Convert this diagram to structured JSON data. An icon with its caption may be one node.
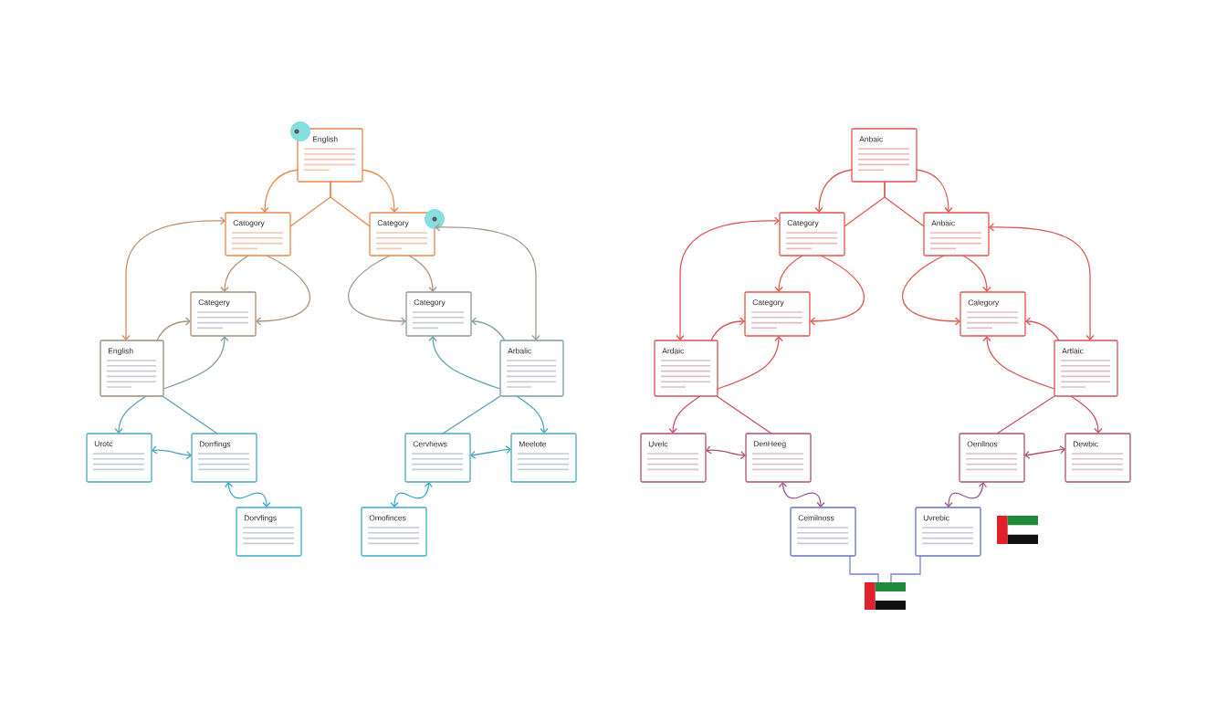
{
  "diagram": {
    "nodes": [
      {
        "text": [
          "English"
        ]
      },
      {
        "text": [
          "Catogory"
        ]
      },
      {
        "text": [
          "Category"
        ]
      },
      {
        "text": [
          "Categery"
        ]
      },
      {
        "text": [
          "Category"
        ]
      },
      {
        "text": [
          "English"
        ]
      },
      {
        "text": [
          "Arbalic"
        ]
      },
      {
        "text": [
          "Urotc"
        ]
      },
      {
        "text": [
          "Dorrfings"
        ]
      },
      {
        "text": [
          "Dorvfings"
        ]
      },
      {
        "text": [
          "Cervhews"
        ]
      },
      {
        "text": [
          "Meelote"
        ]
      },
      {
        "text": [
          "Omofinces"
        ]
      },
      {
        "text": [
          "Anbaic"
        ]
      },
      {
        "text": [
          "Category"
        ]
      },
      {
        "text": [
          "Anbaic"
        ]
      },
      {
        "text": [
          "Category"
        ]
      },
      {
        "text": [
          "Calegory"
        ]
      },
      {
        "text": [
          "Ardaic"
        ]
      },
      {
        "text": [
          "Artlaic"
        ]
      },
      {
        "text": [
          "Uvelc"
        ]
      },
      {
        "text": [
          "DenHeeg"
        ]
      },
      {
        "text": [
          "Oenllnos"
        ]
      },
      {
        "text": [
          "Dewbic"
        ]
      },
      {
        "text": [
          "Cemilnoss"
        ]
      },
      {
        "text": [
          "Uvrebic"
        ]
      },
      {
        "text": [],
        "shape": "picture"
      }
    ],
    "edges": [
      {
        "from": 0,
        "to": 1,
        "arrow": "to",
        "color": "#e8874a"
      },
      {
        "from": 0,
        "to": 2,
        "arrow": "to",
        "color": "#e8874a"
      },
      {
        "from": 0,
        "to": 1,
        "arrow": "none",
        "color": "#e8874a"
      },
      {
        "from": 0,
        "to": 2,
        "arrow": "none",
        "color": "#e8874a"
      },
      {
        "from": 1,
        "to": 5,
        "arrow": "both",
        "color": "#c98e68"
      },
      {
        "from": 2,
        "to": 6,
        "arrow": "both",
        "color": "#a09a8a"
      },
      {
        "from": 1,
        "to": 3,
        "arrow": "to",
        "color": "#c0906c"
      },
      {
        "from": 1,
        "to": 3,
        "arrow": "to",
        "color": "#b0927a"
      },
      {
        "from": 2,
        "to": 4,
        "arrow": "to",
        "color": "#a8968a"
      },
      {
        "from": 2,
        "to": 4,
        "arrow": "to",
        "color": "#b0927a"
      },
      {
        "from": 5,
        "to": 3,
        "arrow": "to",
        "color": "#a8967e"
      },
      {
        "from": 5,
        "to": 3,
        "arrow": "to",
        "color": "#7f9e9e"
      },
      {
        "from": 6,
        "to": 4,
        "arrow": "to",
        "color": "#7fa0a4"
      },
      {
        "from": 6,
        "to": 4,
        "arrow": "to",
        "color": "#6aa2b2"
      },
      {
        "from": 5,
        "to": 7,
        "arrow": "to",
        "color": "#5aa2b6"
      },
      {
        "from": 5,
        "to": 8,
        "arrow": "none",
        "color": "#5a9fb2"
      },
      {
        "from": 7,
        "to": 8,
        "arrow": "both",
        "color": "#4aa6be"
      },
      {
        "from": 8,
        "to": 9,
        "arrow": "both",
        "color": "#3ea8c6"
      },
      {
        "from": 6,
        "to": 10,
        "arrow": "none",
        "color": "#5a9fb2"
      },
      {
        "from": 6,
        "to": 11,
        "arrow": "to",
        "color": "#4aa6be"
      },
      {
        "from": 10,
        "to": 11,
        "arrow": "both",
        "color": "#4aa6be"
      },
      {
        "from": 10,
        "to": 12,
        "arrow": "both",
        "color": "#3ea8c6"
      },
      {
        "from": 13,
        "to": 14,
        "arrow": "to",
        "color": "#e0584c"
      },
      {
        "from": 13,
        "to": 15,
        "arrow": "to",
        "color": "#e0584c"
      },
      {
        "from": 13,
        "to": 14,
        "arrow": "none",
        "color": "#e0584c"
      },
      {
        "from": 13,
        "to": 15,
        "arrow": "none",
        "color": "#e0584c"
      },
      {
        "from": 14,
        "to": 18,
        "arrow": "both",
        "color": "#dc5852"
      },
      {
        "from": 15,
        "to": 19,
        "arrow": "both",
        "color": "#dc5852"
      },
      {
        "from": 14,
        "to": 16,
        "arrow": "to",
        "color": "#e05a50"
      },
      {
        "from": 14,
        "to": 16,
        "arrow": "to",
        "color": "#e05a50"
      },
      {
        "from": 15,
        "to": 17,
        "arrow": "to",
        "color": "#e05a50"
      },
      {
        "from": 15,
        "to": 17,
        "arrow": "to",
        "color": "#e05a50"
      },
      {
        "from": 18,
        "to": 16,
        "arrow": "to",
        "color": "#d85858"
      },
      {
        "from": 18,
        "to": 16,
        "arrow": "to",
        "color": "#d85858"
      },
      {
        "from": 19,
        "to": 17,
        "arrow": "to",
        "color": "#d85858"
      },
      {
        "from": 19,
        "to": 17,
        "arrow": "to",
        "color": "#d85858"
      },
      {
        "from": 18,
        "to": 20,
        "arrow": "to",
        "color": "#c45266"
      },
      {
        "from": 18,
        "to": 21,
        "arrow": "none",
        "color": "#c05262"
      },
      {
        "from": 20,
        "to": 21,
        "arrow": "both",
        "color": "#b4506c"
      },
      {
        "from": 21,
        "to": 24,
        "arrow": "both",
        "color": "#9c5a8e"
      },
      {
        "from": 19,
        "to": 22,
        "arrow": "none",
        "color": "#c05262"
      },
      {
        "from": 19,
        "to": 23,
        "arrow": "to",
        "color": "#c45266"
      },
      {
        "from": 22,
        "to": 23,
        "arrow": "both",
        "color": "#b4506c"
      },
      {
        "from": 22,
        "to": 25,
        "arrow": "both",
        "color": "#9c5a8e"
      },
      {
        "from": 24,
        "to": 26,
        "arrow": "none",
        "color": "#7a84cc"
      },
      {
        "from": 25,
        "to": 26,
        "arrow": "none",
        "color": "#7a84cc"
      }
    ]
  }
}
